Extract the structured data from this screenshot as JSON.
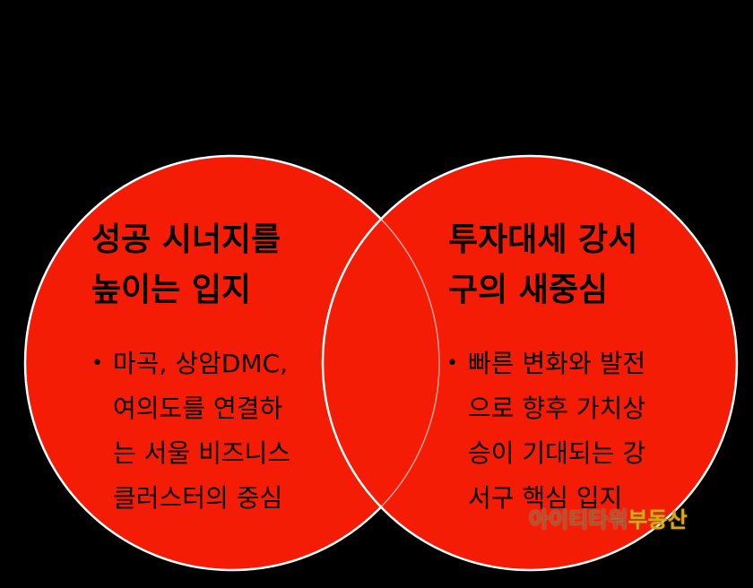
{
  "colors": {
    "circle_fill": "#f41c05",
    "circle_stroke": "#ffffff",
    "background": "#000000"
  },
  "left": {
    "title_lines": [
      "성공 시너지를",
      "높이는 입지"
    ],
    "bullet_lines": [
      "마곡, 상암DMC,",
      "여의도를 연결하",
      "는 서울 비즈니스",
      "클러스터의 중심"
    ]
  },
  "right": {
    "title_lines": [
      "투자대세 강서",
      "구의 새중심"
    ],
    "bullet_lines": [
      "빠른 변화와 발전",
      "으로 향후 가치상",
      "승이 기대되는 강",
      "서구 핵심 입지"
    ]
  },
  "bullet_symbol": "•",
  "watermark": {
    "part1": "아이티타워",
    "part2": "부동산"
  }
}
